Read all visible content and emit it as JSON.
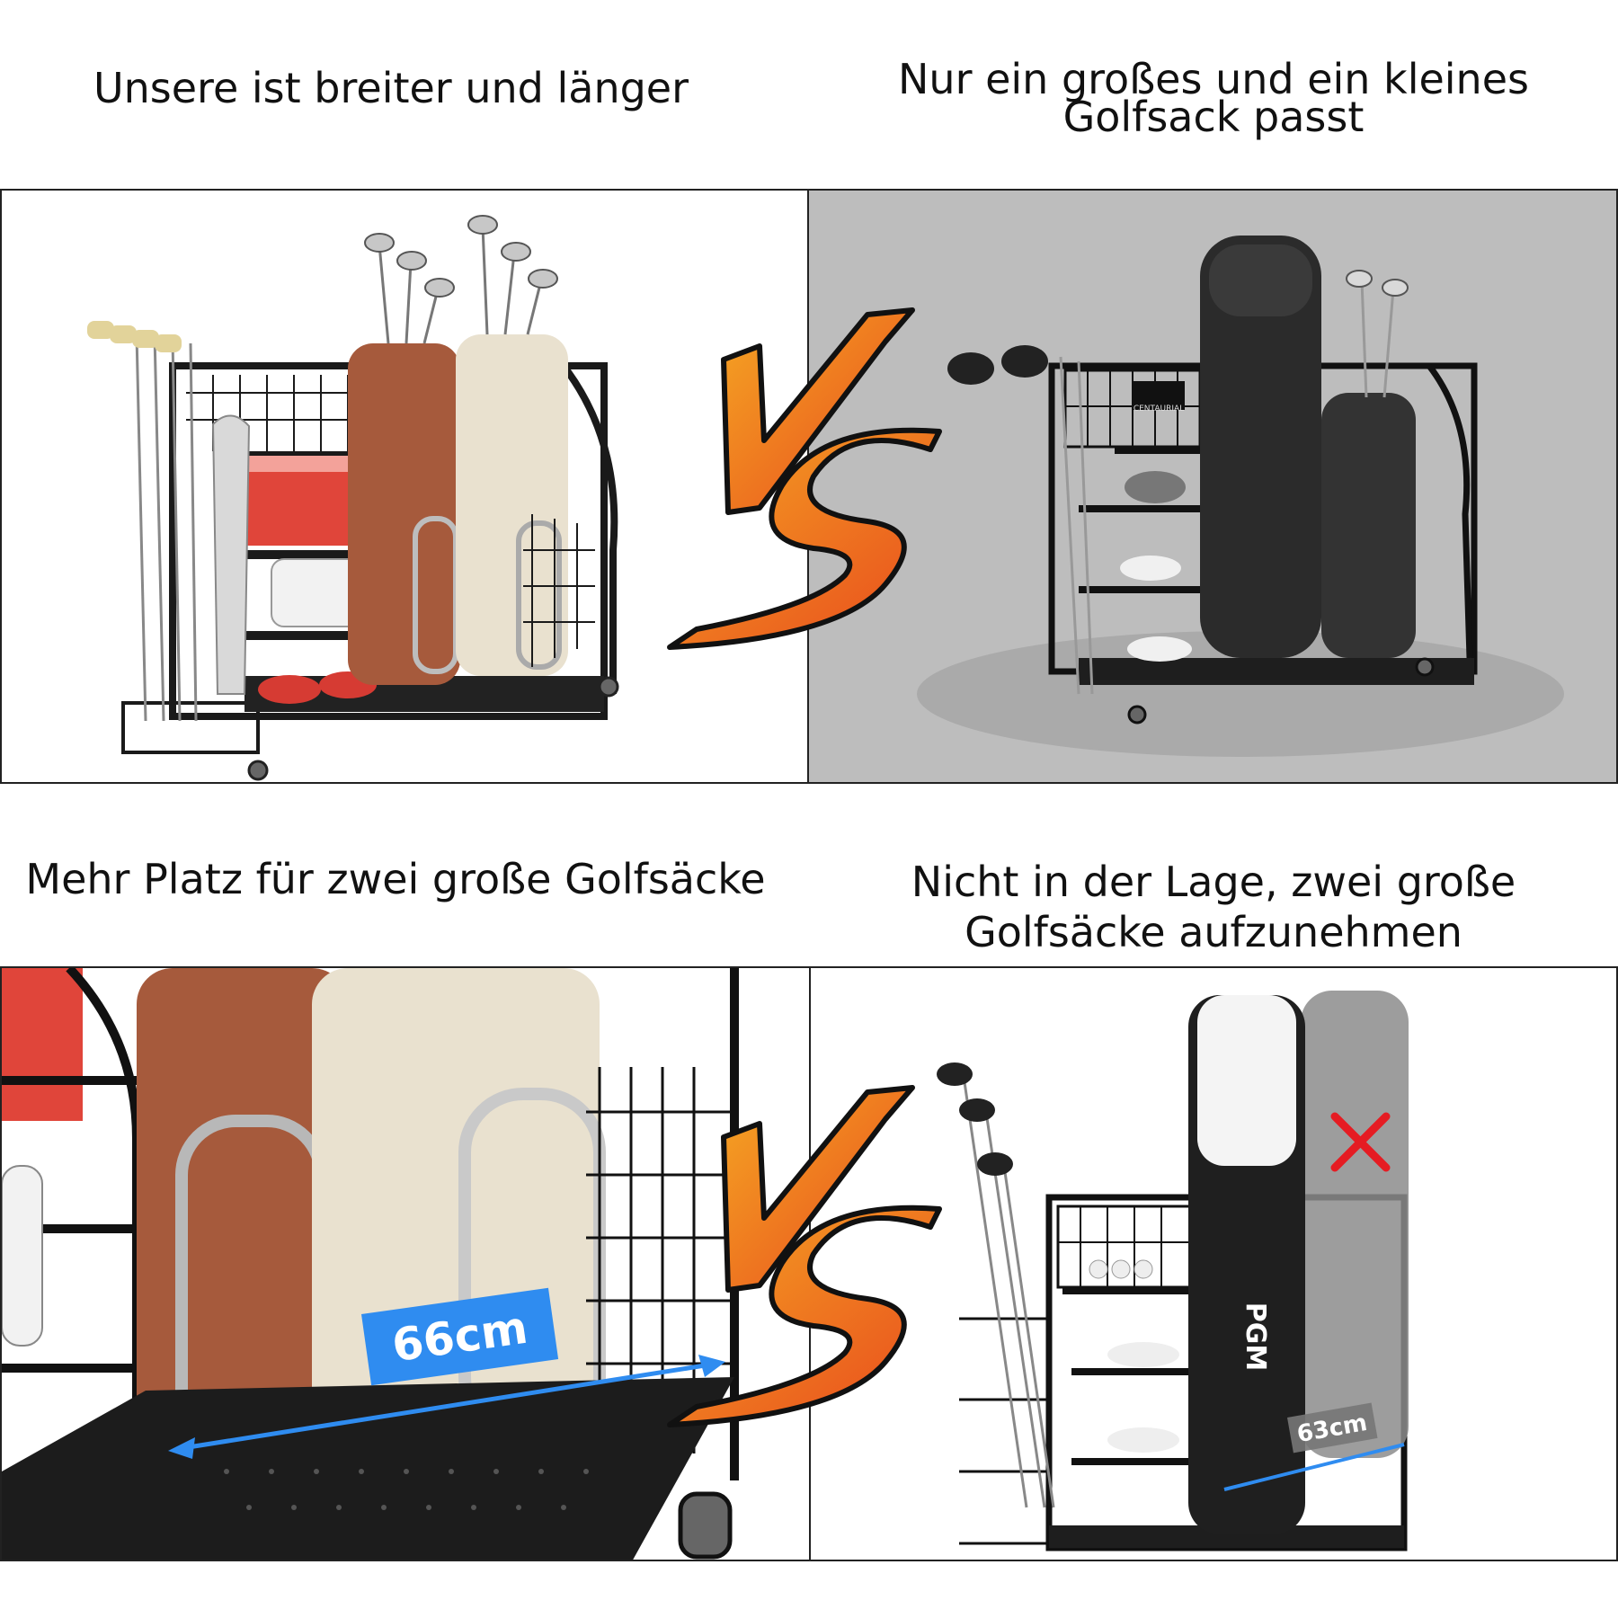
{
  "comparisons": [
    {
      "ours_caption": "Unsere ist breiter und länger",
      "theirs_caption_line1": "Nur ein großes und ein kleines",
      "theirs_caption_line2": "Golfsack passt"
    },
    {
      "ours_caption": "Mehr Platz für zwei große Golfsäcke",
      "theirs_caption_line1": "Nicht in der Lage, zwei große",
      "theirs_caption_line2": "Golfsäcke aufzunehmen",
      "ours_width_label": "66cm",
      "theirs_width_label": "63cm"
    }
  ],
  "vs_label": "VS",
  "competitor_brand": "CENTAURIAL",
  "bag_brand": "PGM",
  "colors": {
    "vs_gradient_start": "#f5a623",
    "vs_gradient_end": "#e8491d",
    "badge_blue": "#2f8cf0",
    "reject_red": "#e51c23",
    "competitor_bg": "#bdbdbd",
    "frame_black": "#1a1a1a",
    "bag_brown": "#a65a3c",
    "bag_cream": "#e9e1cf"
  },
  "icons": [
    "vs-burst-icon",
    "cross-mark-icon",
    "dimension-arrow-icon"
  ]
}
